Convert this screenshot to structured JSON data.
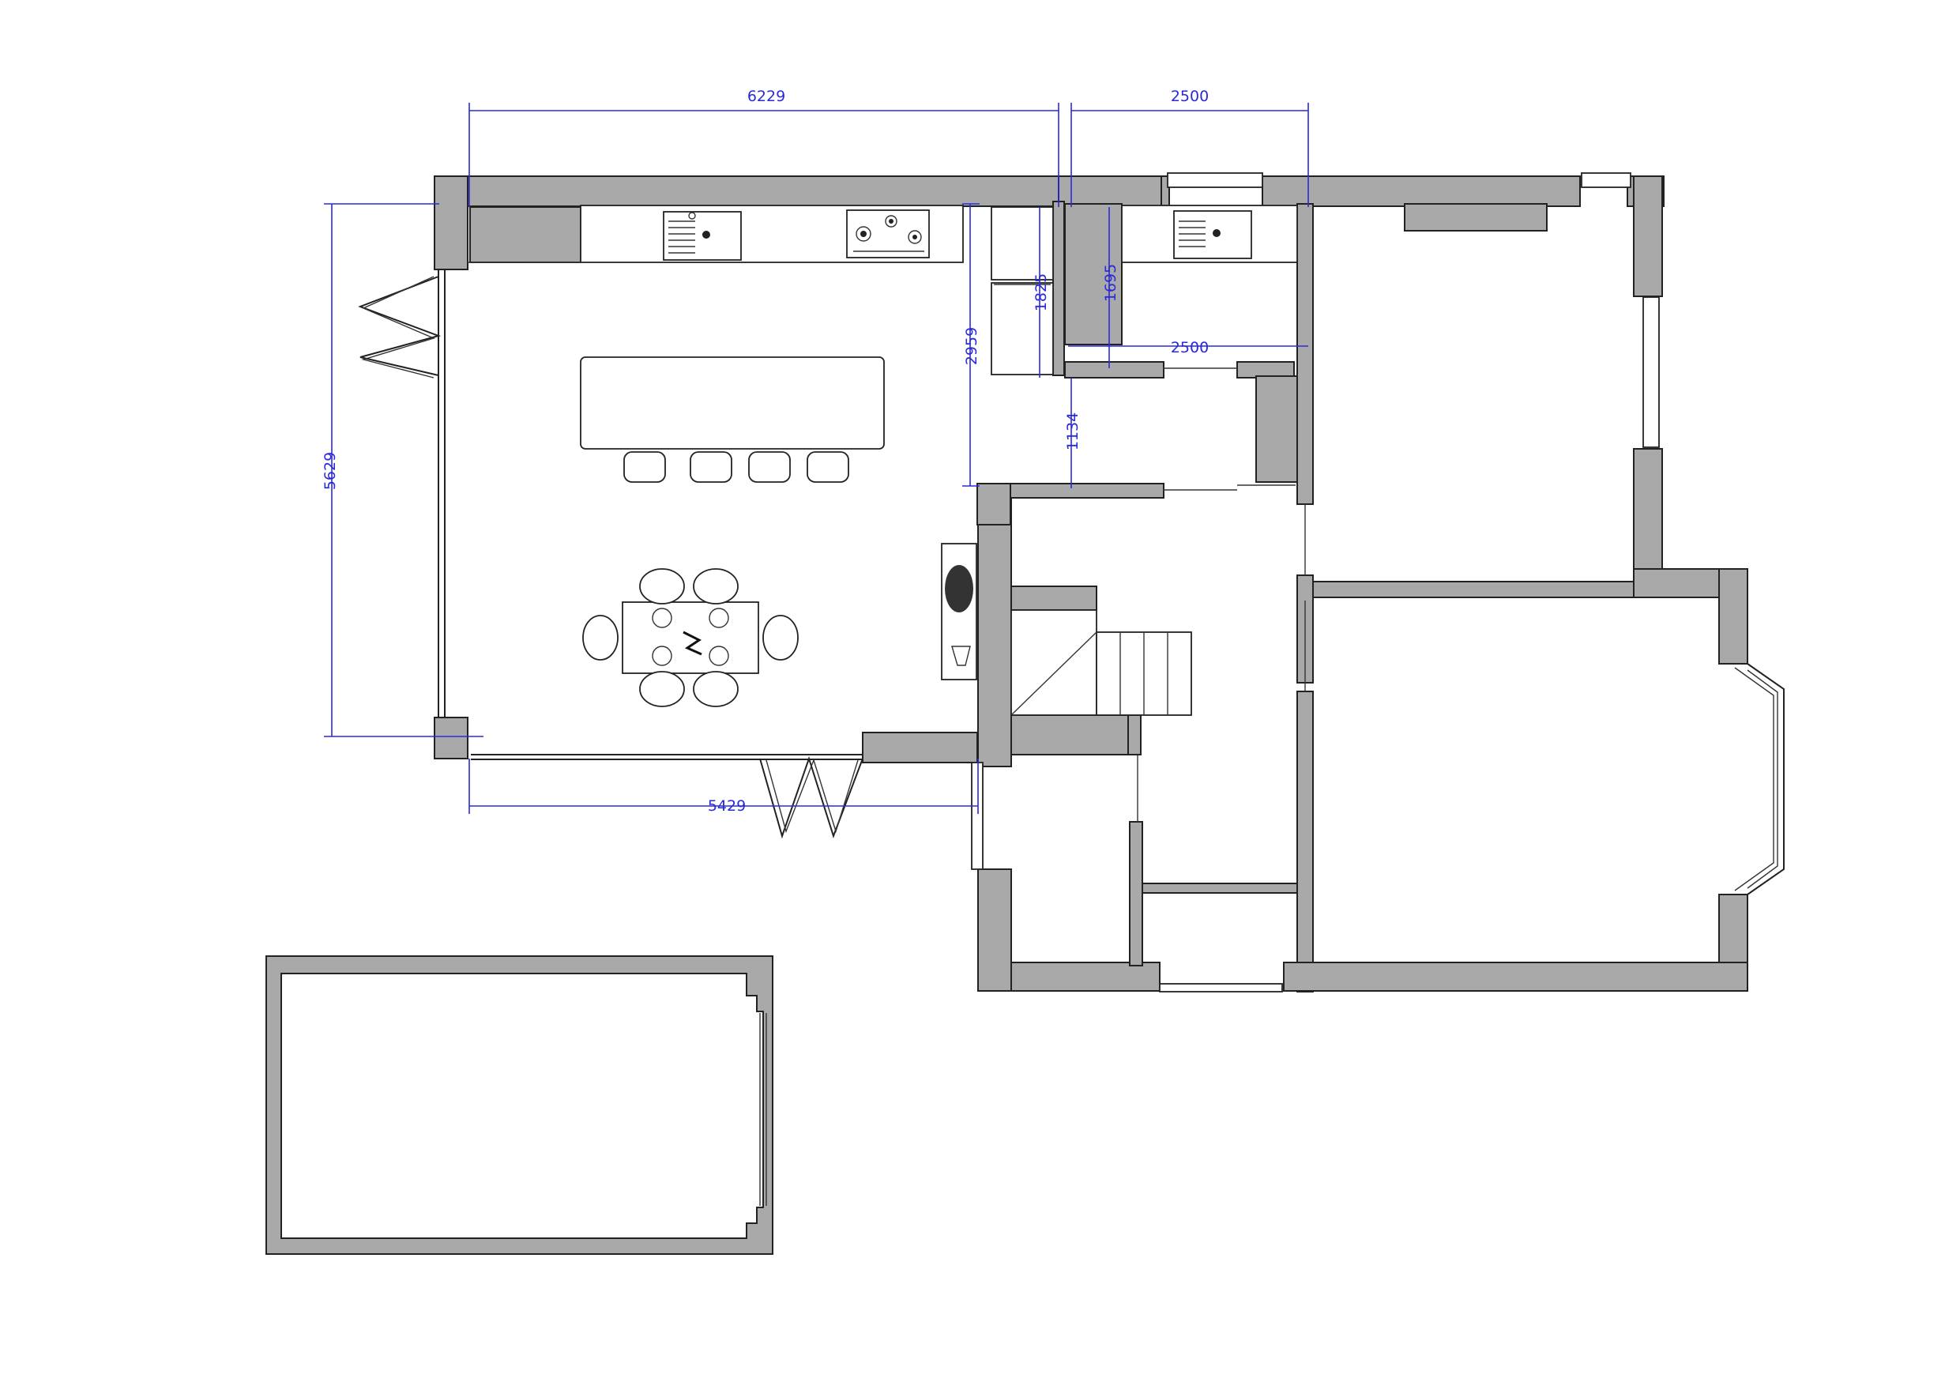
{
  "colors": {
    "wall": "#a9a9a9",
    "dimension": "#2a2ad8",
    "line": "#222222"
  },
  "dimensions": {
    "top_left_width": "6229",
    "top_right_width": "2500",
    "left_height": "5629",
    "bottom_width": "5429",
    "utility_height": "2959",
    "pantry_height": "1825",
    "utility_inner_height": "1695",
    "utility_width": "2500",
    "hall_gap": "1134"
  },
  "icons": [
    "kitchen-sink-icon",
    "hob-icon",
    "utility-sink-icon",
    "dining-table-icon",
    "bar-stool-icon",
    "bifold-door-icon",
    "bay-window-icon",
    "staircase-icon",
    "plant-icon"
  ]
}
